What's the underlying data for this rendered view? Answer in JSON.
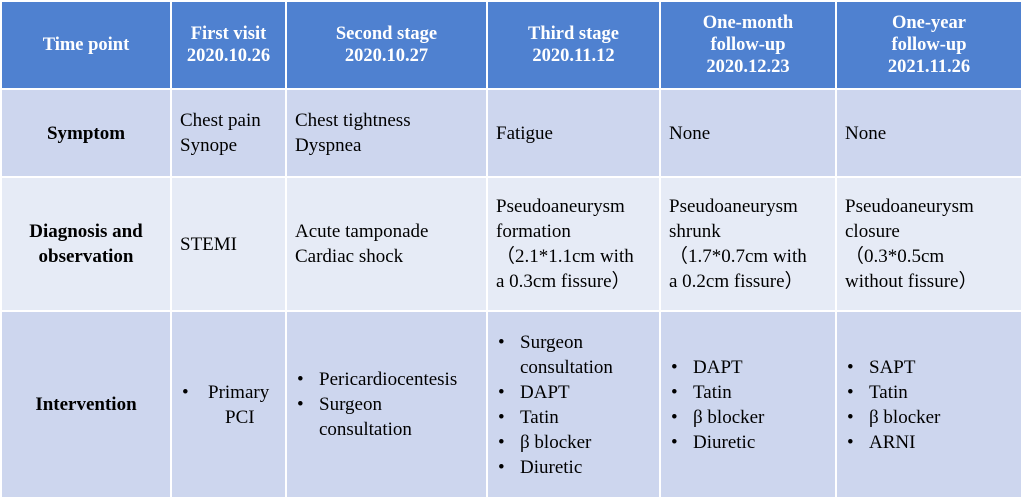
{
  "table": {
    "headers": [
      [
        "Time point"
      ],
      [
        "First visit",
        "2020.10.26"
      ],
      [
        "Second stage",
        "2020.10.27"
      ],
      [
        "Third stage",
        "2020.11.12"
      ],
      [
        "One-month",
        "follow-up",
        "2020.12.23"
      ],
      [
        "One-year",
        "follow-up",
        "2021.11.26"
      ]
    ],
    "symptom": {
      "label": "Symptom",
      "cells": [
        [
          "Chest pain",
          "Synope"
        ],
        [
          "Chest tightness",
          "Dyspnea"
        ],
        [
          "Fatigue"
        ],
        [
          "None"
        ],
        [
          "None"
        ]
      ]
    },
    "diagnosis": {
      "label": [
        "Diagnosis and",
        "observation"
      ],
      "cells": [
        [
          "STEMI"
        ],
        [
          "Acute tamponade",
          "Cardiac shock"
        ],
        [
          "Pseudoaneurysm",
          "formation",
          "（2.1*1.1cm with",
          "a 0.3cm fissure）"
        ],
        [
          "Pseudoaneurysm",
          "shrunk",
          "（1.7*0.7cm with",
          "a 0.2cm fissure）"
        ],
        [
          "Pseudoaneurysm",
          "closure",
          "（0.3*0.5cm",
          "without fissure）"
        ]
      ]
    },
    "intervention": {
      "label": "Intervention",
      "col1": {
        "item": "Primary",
        "cont": "PCI"
      },
      "col2": [
        " Pericardiocentesis",
        "Surgeon",
        "consultation"
      ],
      "col3": [
        "Surgeon",
        "consultation",
        "DAPT",
        "Tatin",
        "β blocker",
        "Diuretic"
      ],
      "col4": [
        "DAPT",
        "Tatin",
        "β blocker",
        "Diuretic"
      ],
      "col5": [
        "SAPT",
        "Tatin",
        "β blocker",
        " ARNI"
      ]
    }
  }
}
